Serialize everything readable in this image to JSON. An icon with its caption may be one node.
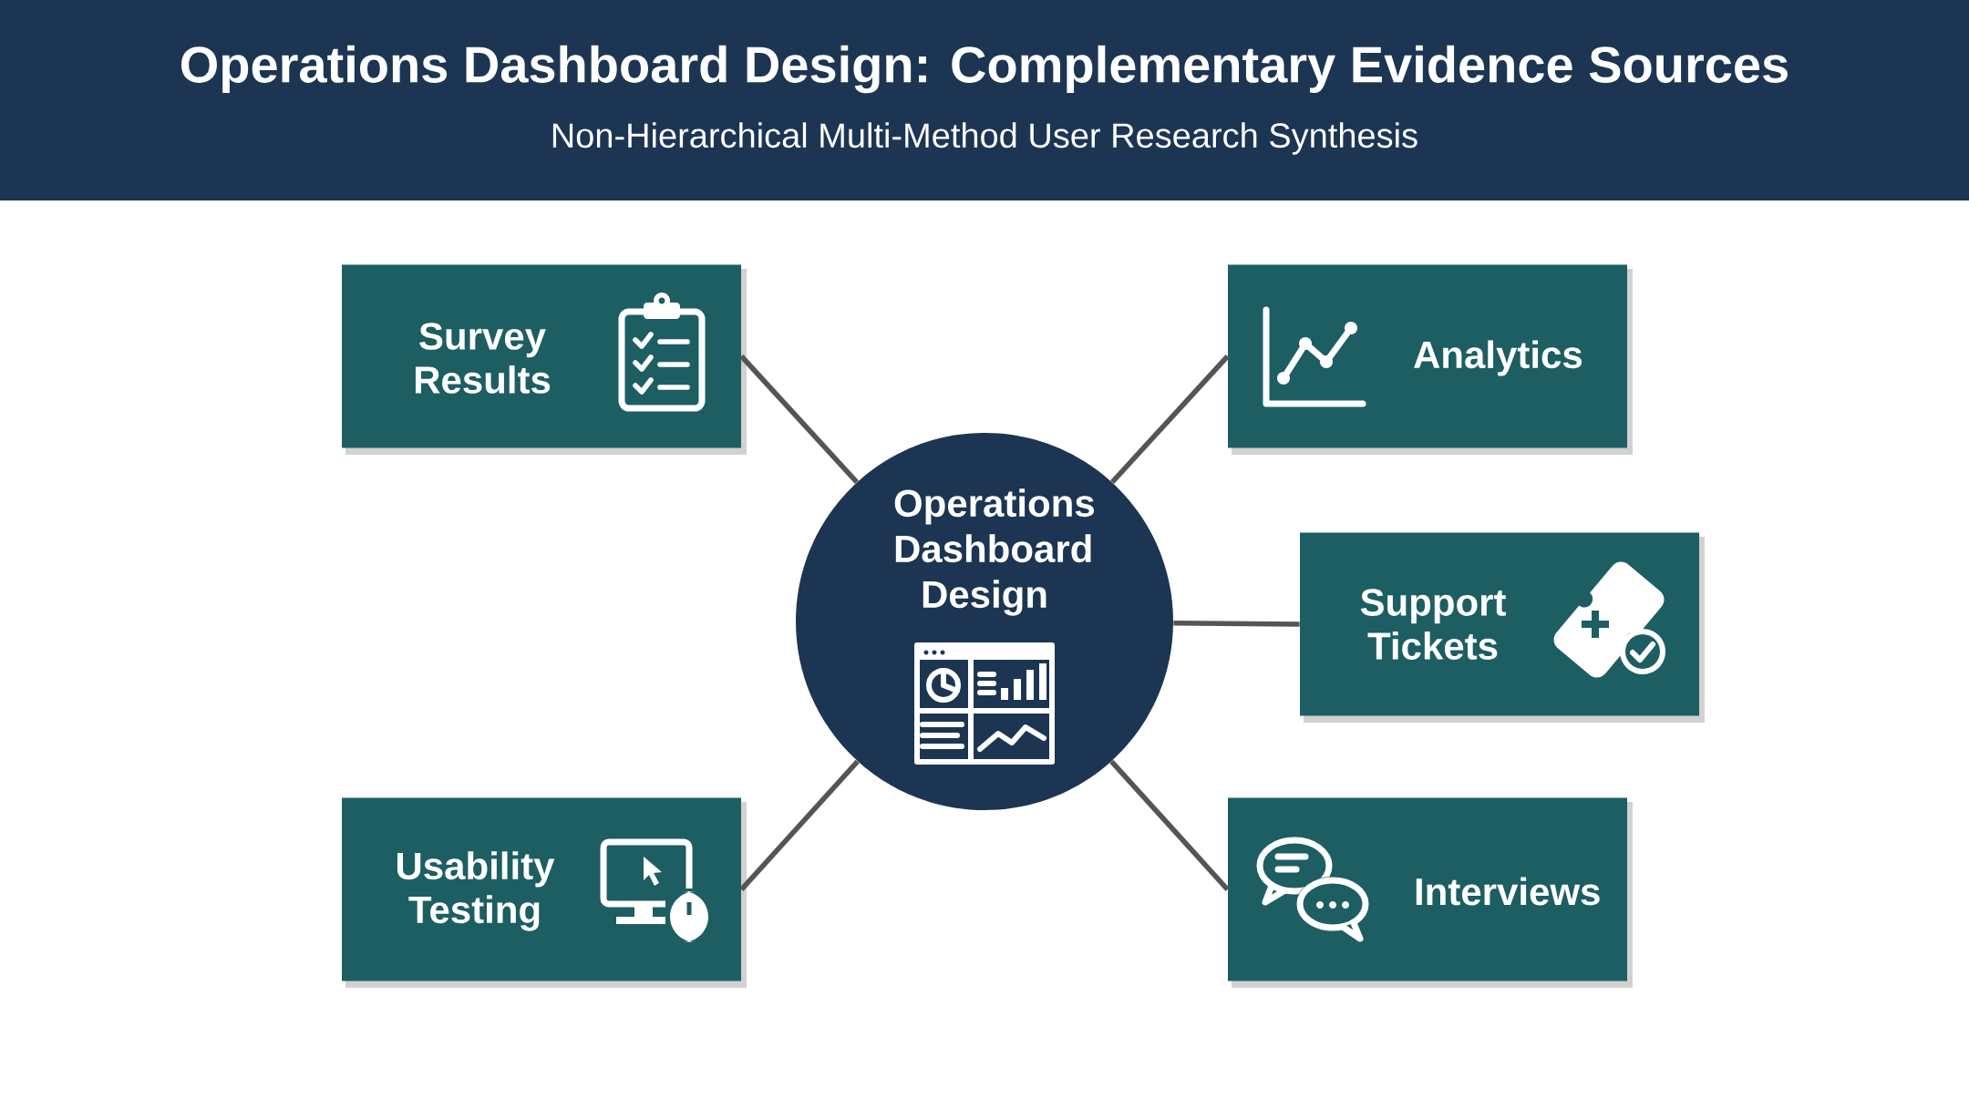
{
  "diagram": {
    "title": "Operations Dashboard Design: Complementary Evidence Sources",
    "labels": [
      "Non-Hierarchical Multi-Method User Research Synthesis"
    ],
    "nodes": [
      {
        "text": [
          "Survey Results"
        ]
      },
      {
        "text": [
          "Analytics"
        ]
      },
      {
        "text": [
          "Operations Dashboard Design"
        ]
      },
      {
        "text": [
          "Support Tickets"
        ]
      },
      {
        "text": [
          "Usability Testing"
        ]
      },
      {
        "text": [
          "Interviews"
        ]
      }
    ],
    "edges": [
      {
        "from": 2,
        "to": 0,
        "arrow": "none"
      },
      {
        "from": 2,
        "to": 1,
        "arrow": "none"
      },
      {
        "from": 2,
        "to": 3,
        "arrow": "none"
      },
      {
        "from": 2,
        "to": 4,
        "arrow": "none"
      },
      {
        "from": 2,
        "to": 5,
        "arrow": "none"
      }
    ]
  }
}
